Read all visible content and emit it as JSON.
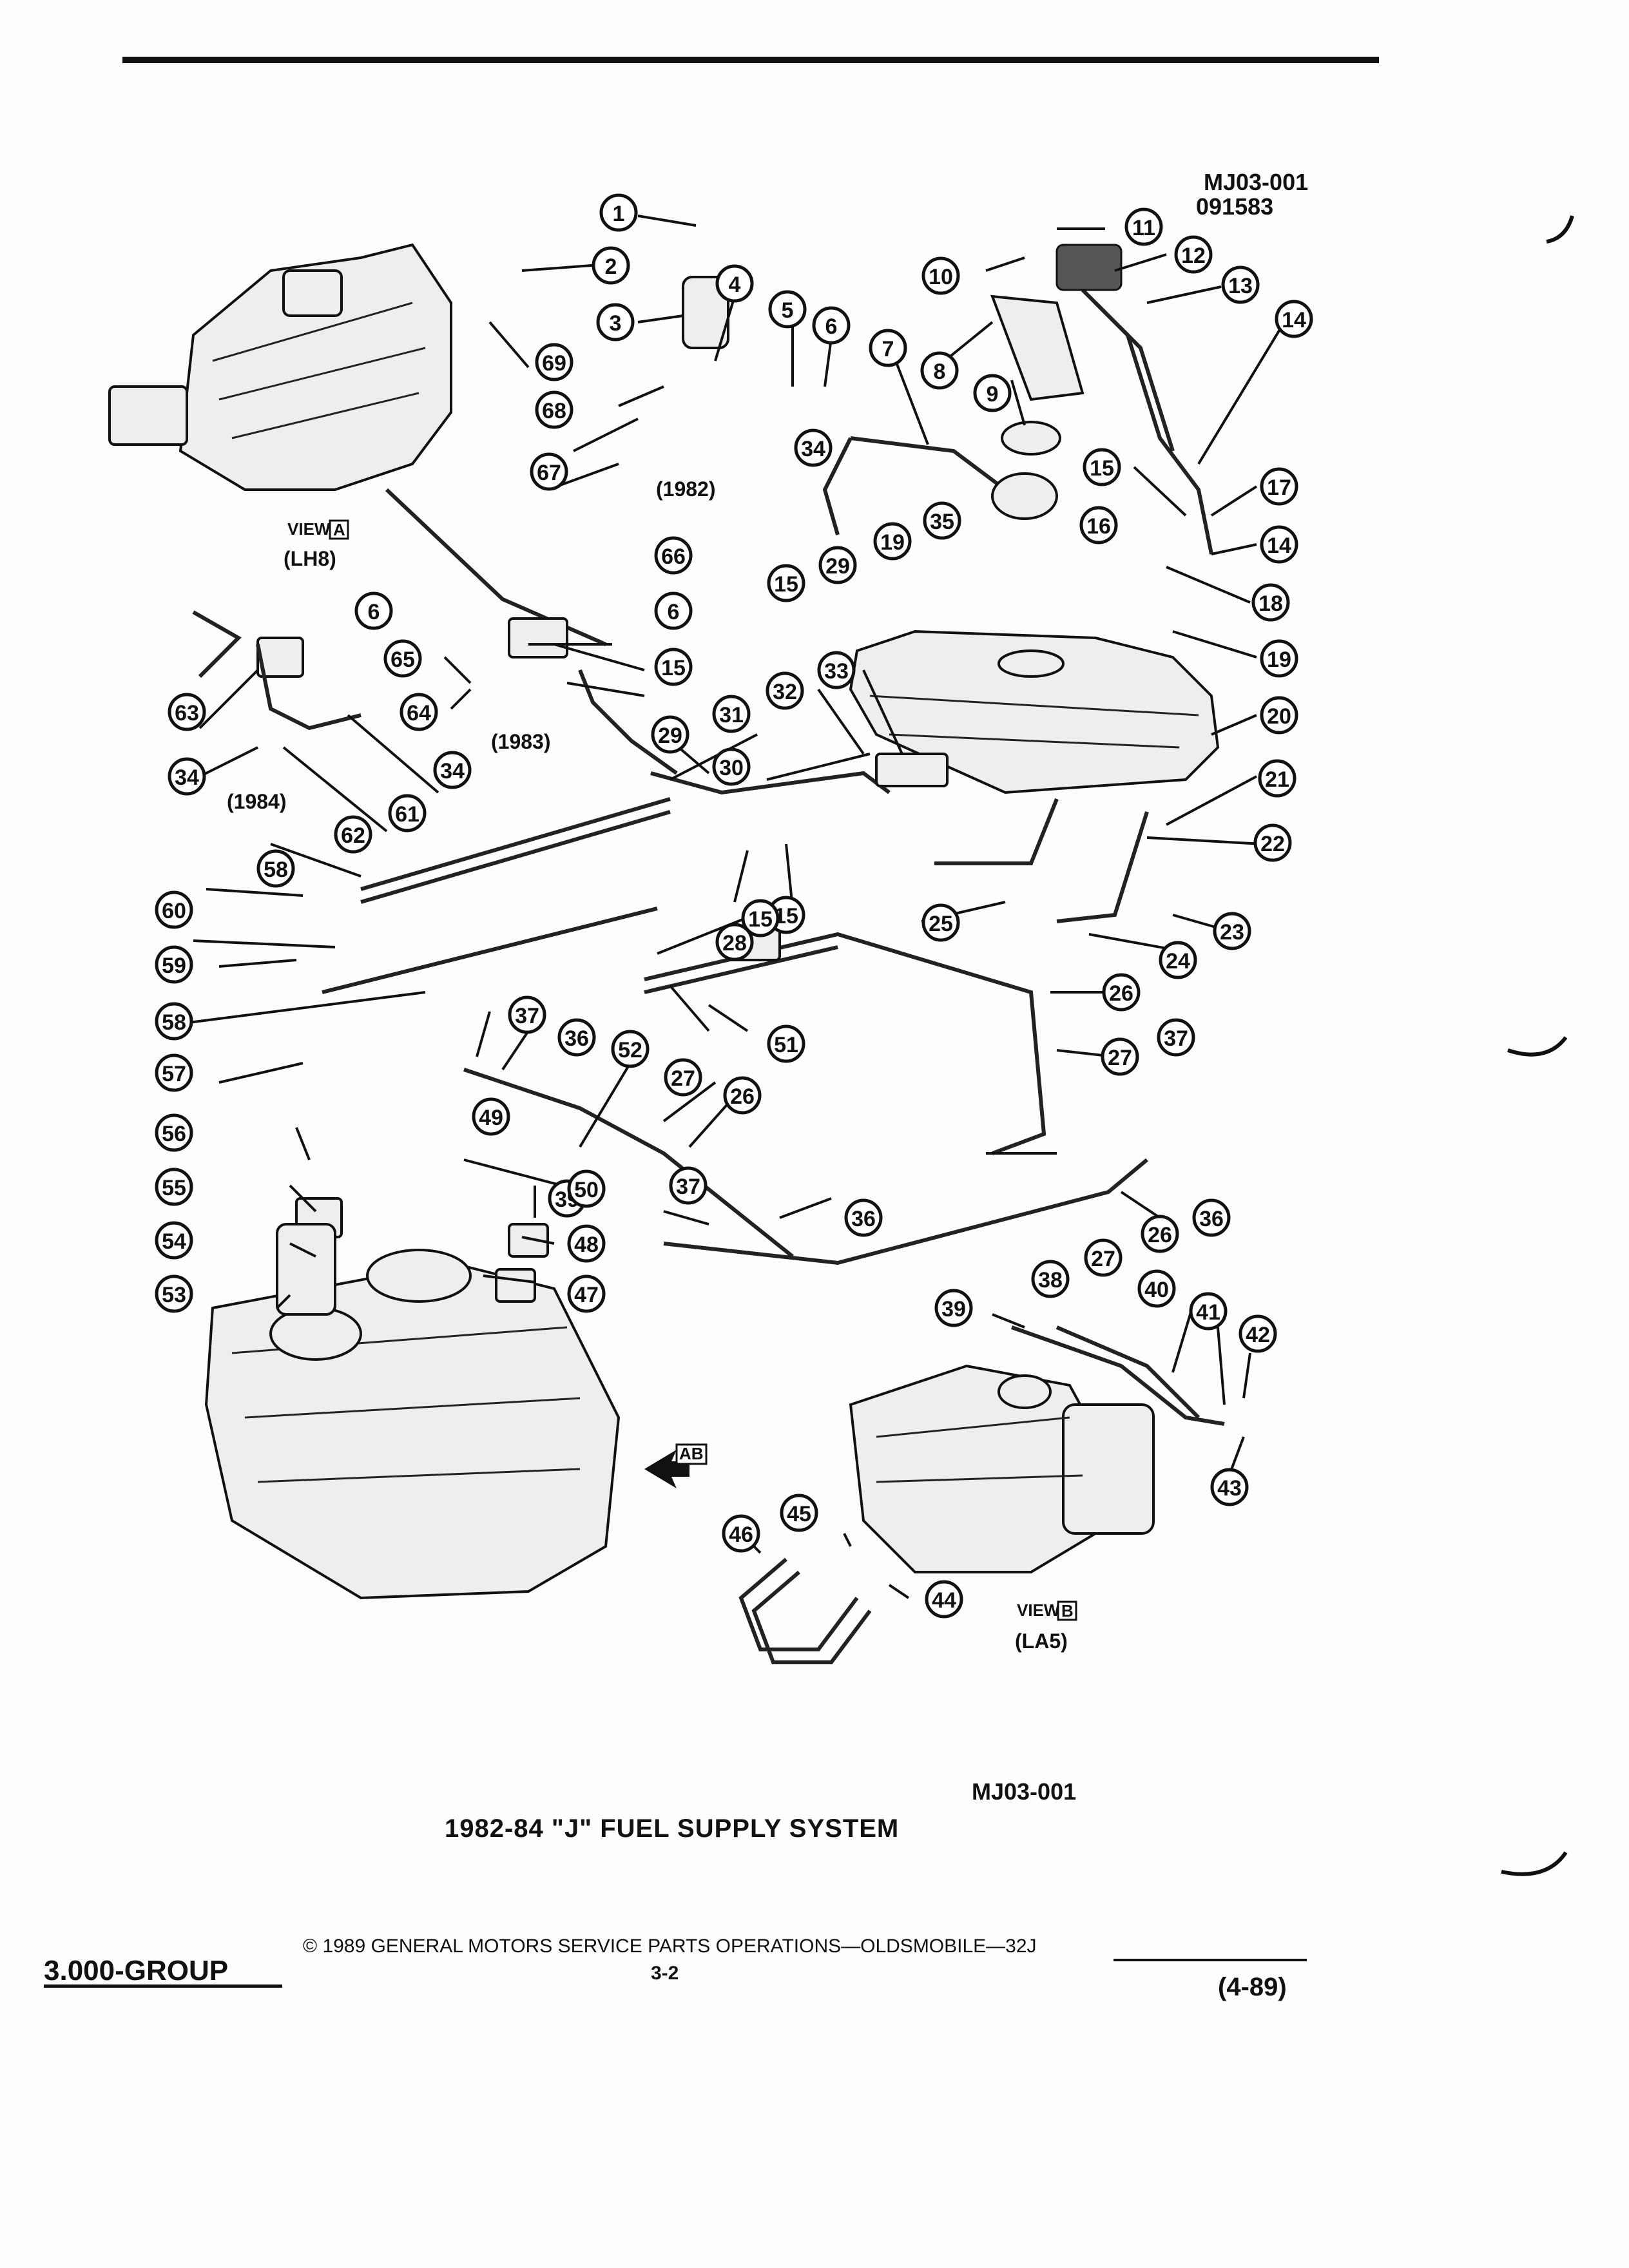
{
  "header": {
    "code_line1": "MJ03-001",
    "code_line2": "091583"
  },
  "views": {
    "view_a_word": "VIEW",
    "view_a_letter": "A",
    "view_a_engine": "(LH8)",
    "view_b_word": "VIEW",
    "view_b_letter": "B",
    "view_b_engine": "(LA5)",
    "arrow_letters": "AB"
  },
  "year_labels": {
    "y1982": "(1982)",
    "y1983": "(1983)",
    "y1984": "(1984)"
  },
  "callouts": [
    "1",
    "2",
    "3",
    "4",
    "5",
    "6",
    "6",
    "6",
    "7",
    "8",
    "9",
    "10",
    "11",
    "12",
    "13",
    "14",
    "14",
    "15",
    "15",
    "15",
    "15",
    "15",
    "16",
    "17",
    "18",
    "19",
    "19",
    "20",
    "21",
    "22",
    "23",
    "24",
    "25",
    "26",
    "26",
    "26",
    "27",
    "27",
    "27",
    "28",
    "29",
    "29",
    "30",
    "31",
    "32",
    "33",
    "34",
    "34",
    "34",
    "34",
    "35",
    "36",
    "36",
    "36",
    "37",
    "37",
    "37",
    "38",
    "39",
    "39",
    "40",
    "41",
    "42",
    "43",
    "44",
    "45",
    "46",
    "47",
    "48",
    "49",
    "50",
    "51",
    "52",
    "53",
    "54",
    "55",
    "56",
    "57",
    "58",
    "58",
    "59",
    "60",
    "61",
    "62",
    "63",
    "64",
    "65",
    "66",
    "67",
    "68",
    "69"
  ],
  "caption": {
    "code": "MJ03-001",
    "title": "1982-84 \"J\" FUEL SUPPLY SYSTEM"
  },
  "footer": {
    "group": "3.000-GROUP",
    "copyright": "© 1989 GENERAL MOTORS SERVICE PARTS OPERATIONS—OLDSMOBILE—32J",
    "page": "3-2",
    "date": "(4-89)"
  }
}
